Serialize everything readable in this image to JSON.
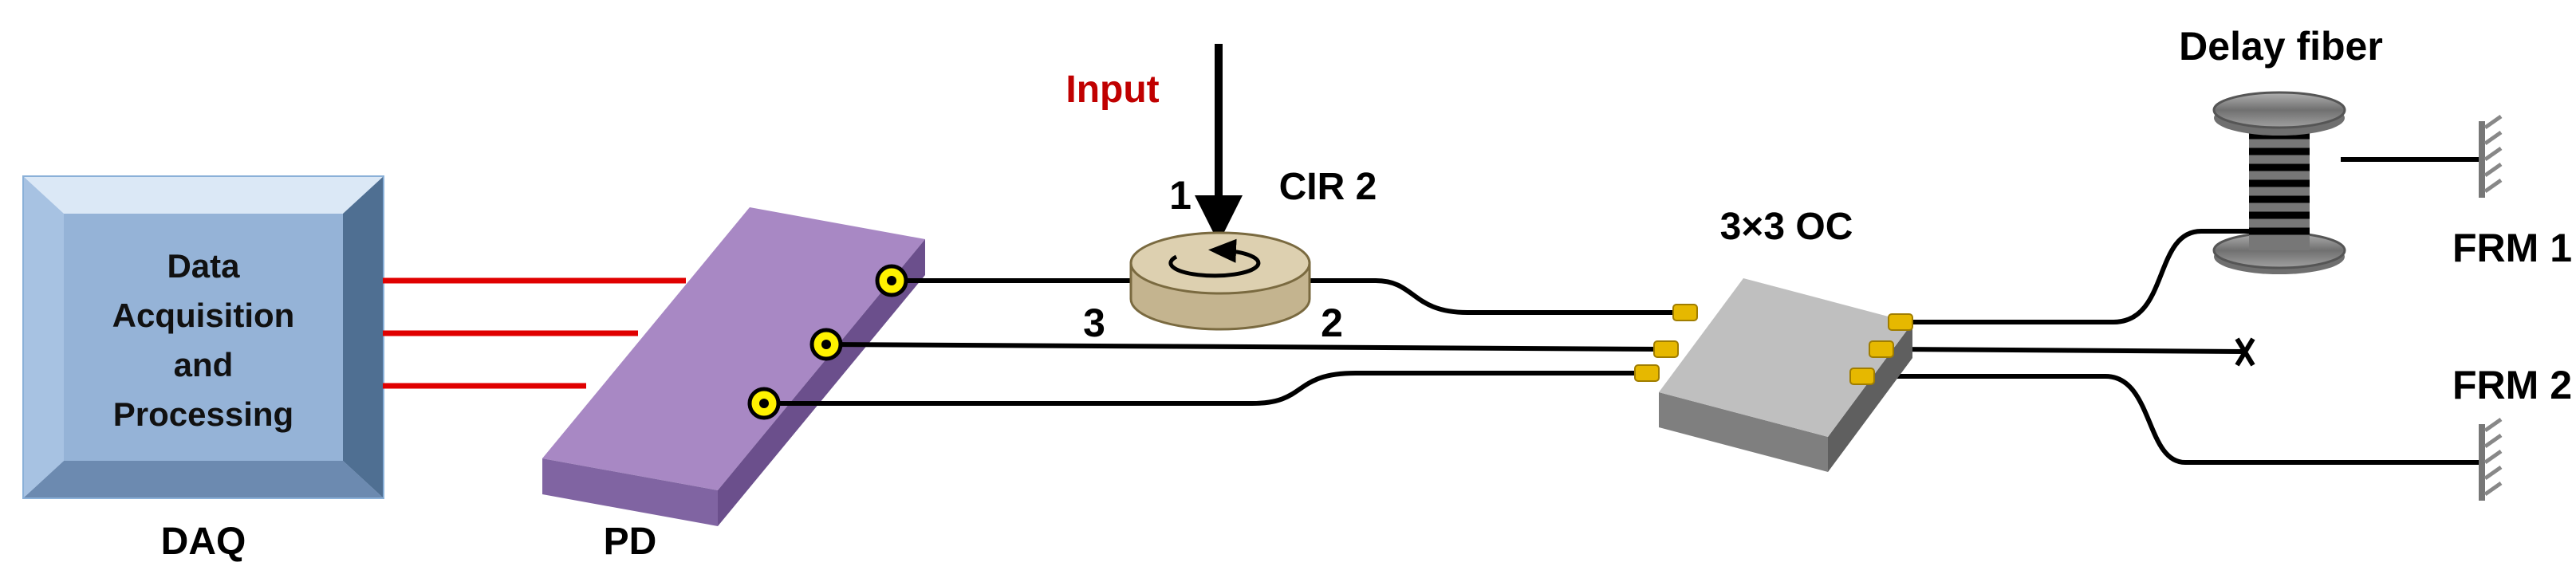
{
  "daq": {
    "box_lines": [
      "Data",
      "Acquisition",
      "and",
      "Processing"
    ],
    "label": "DAQ"
  },
  "pd": {
    "label": "PD"
  },
  "input_label": "Input",
  "circulator": {
    "label": "CIR 2",
    "port_1": "1",
    "port_2": "2",
    "port_3": "3"
  },
  "coupler": {
    "label": "3×3 OC"
  },
  "delay_fiber": {
    "label": "Delay fiber"
  },
  "frm1": {
    "label": "FRM 1"
  },
  "frm2": {
    "label": "FRM 2"
  },
  "colors": {
    "daq_face": "#95b3d7",
    "daq_bevel": "#c6d9f1",
    "pd_top": "#a888c4",
    "pd_front": "#8064a2",
    "pd_end": "#6b4f8c",
    "electric_line": "#e00000",
    "fiber": "#000000",
    "input_text": "#c00000",
    "connector": "#e6b800",
    "coupler_top": "#bfbfbf",
    "coupler_front": "#7f7f7f",
    "circulator_top": "#ddd0b0",
    "spool": "#808080"
  }
}
